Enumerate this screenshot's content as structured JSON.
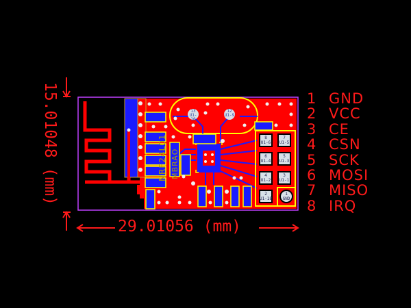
{
  "board": {
    "name": "NRF24L01",
    "silkscreen_texts": [
      "NRF24L01",
      "MBRAO"
    ],
    "colors": {
      "background": "#000000",
      "copper_top": "#ff0000",
      "copper_bottom": "#1a1aff",
      "silkscreen": "#ffff00",
      "outline": "#c040ff",
      "dimension": "#ff1a1a",
      "via": "#f0f0f0"
    }
  },
  "dimensions": {
    "width": {
      "value": "29.01056",
      "unit": "(mm)",
      "label": "29.01056 (mm)"
    },
    "height": {
      "value": "15.01048",
      "unit": "(mm)",
      "label": "15.01048 (mm)"
    }
  },
  "header_pads": [
    {
      "pin": "8",
      "net": "U1-6"
    },
    {
      "pin": "7",
      "net": "U1-5"
    },
    {
      "pin": "6",
      "net": "U1-4"
    },
    {
      "pin": "5",
      "net": "U1-3"
    },
    {
      "pin": "4",
      "net": "U1-2"
    },
    {
      "pin": "3",
      "net": "U1-1"
    },
    {
      "pin": "2",
      "net": "U1-18"
    },
    {
      "pin": "1",
      "net": "GND"
    }
  ],
  "crystal_pads": [
    {
      "pin": "13",
      "net": "U1-10"
    },
    {
      "pin": "12",
      "net": "U1-9"
    }
  ],
  "pinout": [
    {
      "num": "1",
      "name": "GND"
    },
    {
      "num": "2",
      "name": "VCC"
    },
    {
      "num": "3",
      "name": "CE"
    },
    {
      "num": "4",
      "name": "CSN"
    },
    {
      "num": "5",
      "name": "SCK"
    },
    {
      "num": "6",
      "name": "MOSI"
    },
    {
      "num": "7",
      "name": "MISO"
    },
    {
      "num": "8",
      "name": "IRQ"
    }
  ]
}
